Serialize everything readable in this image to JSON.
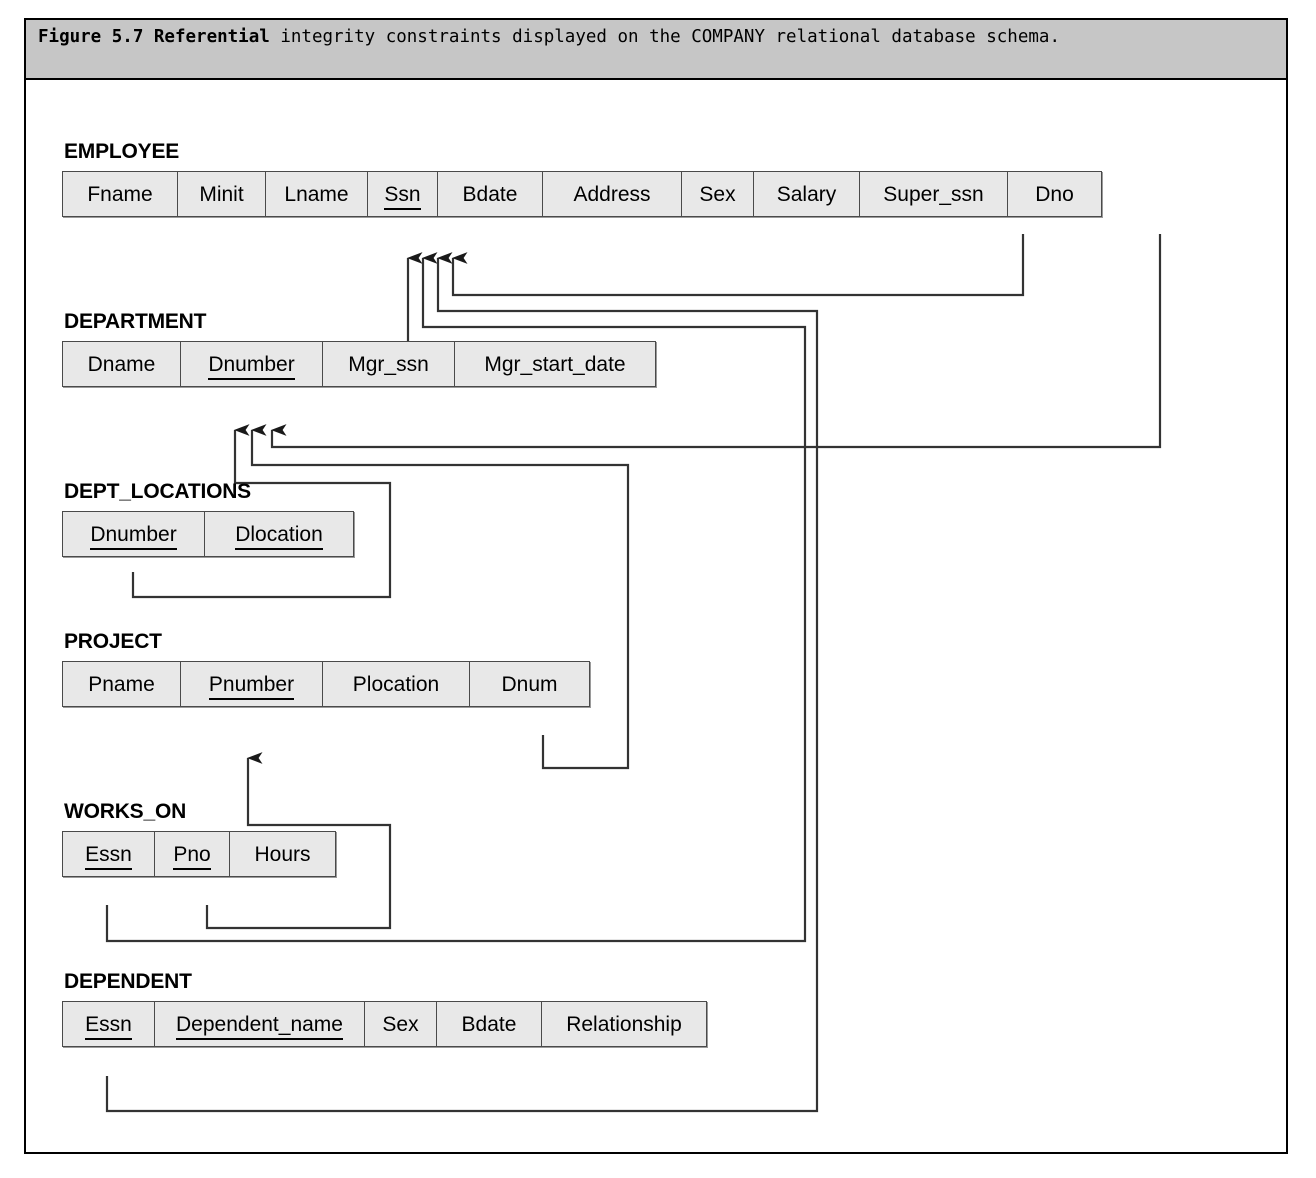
{
  "figure": {
    "caption_bold": "Figure 5.7 Referential",
    "caption_rest": " integrity constraints displayed on the COMPANY relational database schema."
  },
  "colors": {
    "caption_bg": "#c6c6c6",
    "cell_bg": "#e8e8e8",
    "cell_border": "#4a4a4a",
    "frame": "#000000",
    "wire": "#333333"
  },
  "relations": [
    {
      "name": "EMPLOYEE",
      "attributes": [
        {
          "label": "Fname",
          "pk": false
        },
        {
          "label": "Minit",
          "pk": false
        },
        {
          "label": "Lname",
          "pk": false
        },
        {
          "label": "Ssn",
          "pk": true
        },
        {
          "label": "Bdate",
          "pk": false
        },
        {
          "label": "Address",
          "pk": false
        },
        {
          "label": "Sex",
          "pk": false
        },
        {
          "label": "Salary",
          "pk": false
        },
        {
          "label": "Super_ssn",
          "pk": false
        },
        {
          "label": "Dno",
          "pk": false
        }
      ]
    },
    {
      "name": "DEPARTMENT",
      "attributes": [
        {
          "label": "Dname",
          "pk": false
        },
        {
          "label": "Dnumber",
          "pk": true
        },
        {
          "label": "Mgr_ssn",
          "pk": false
        },
        {
          "label": "Mgr_start_date",
          "pk": false
        }
      ]
    },
    {
      "name": "DEPT_LOCATIONS",
      "attributes": [
        {
          "label": "Dnumber",
          "pk": true
        },
        {
          "label": "Dlocation",
          "pk": true
        }
      ]
    },
    {
      "name": "PROJECT",
      "attributes": [
        {
          "label": "Pname",
          "pk": false
        },
        {
          "label": "Pnumber",
          "pk": true
        },
        {
          "label": "Plocation",
          "pk": false
        },
        {
          "label": "Dnum",
          "pk": false
        }
      ]
    },
    {
      "name": "WORKS_ON",
      "attributes": [
        {
          "label": "Essn",
          "pk": true
        },
        {
          "label": "Pno",
          "pk": true
        },
        {
          "label": "Hours",
          "pk": false
        }
      ]
    },
    {
      "name": "DEPENDENT",
      "attributes": [
        {
          "label": "Essn",
          "pk": true
        },
        {
          "label": "Dependent_name",
          "pk": true
        },
        {
          "label": "Sex",
          "pk": false
        },
        {
          "label": "Bdate",
          "pk": false
        },
        {
          "label": "Relationship",
          "pk": false
        }
      ]
    }
  ],
  "referential_constraints": [
    {
      "from_relation": "EMPLOYEE",
      "from_attribute": "Super_ssn",
      "to_relation": "EMPLOYEE",
      "to_attribute": "Ssn"
    },
    {
      "from_relation": "EMPLOYEE",
      "from_attribute": "Dno",
      "to_relation": "DEPARTMENT",
      "to_attribute": "Dnumber"
    },
    {
      "from_relation": "DEPARTMENT",
      "from_attribute": "Mgr_ssn",
      "to_relation": "EMPLOYEE",
      "to_attribute": "Ssn"
    },
    {
      "from_relation": "DEPT_LOCATIONS",
      "from_attribute": "Dnumber",
      "to_relation": "DEPARTMENT",
      "to_attribute": "Dnumber"
    },
    {
      "from_relation": "PROJECT",
      "from_attribute": "Dnum",
      "to_relation": "DEPARTMENT",
      "to_attribute": "Dnumber"
    },
    {
      "from_relation": "WORKS_ON",
      "from_attribute": "Essn",
      "to_relation": "EMPLOYEE",
      "to_attribute": "Ssn"
    },
    {
      "from_relation": "WORKS_ON",
      "from_attribute": "Pno",
      "to_relation": "PROJECT",
      "to_attribute": "Pnumber"
    },
    {
      "from_relation": "DEPENDENT",
      "from_attribute": "Essn",
      "to_relation": "EMPLOYEE",
      "to_attribute": "Ssn"
    }
  ]
}
